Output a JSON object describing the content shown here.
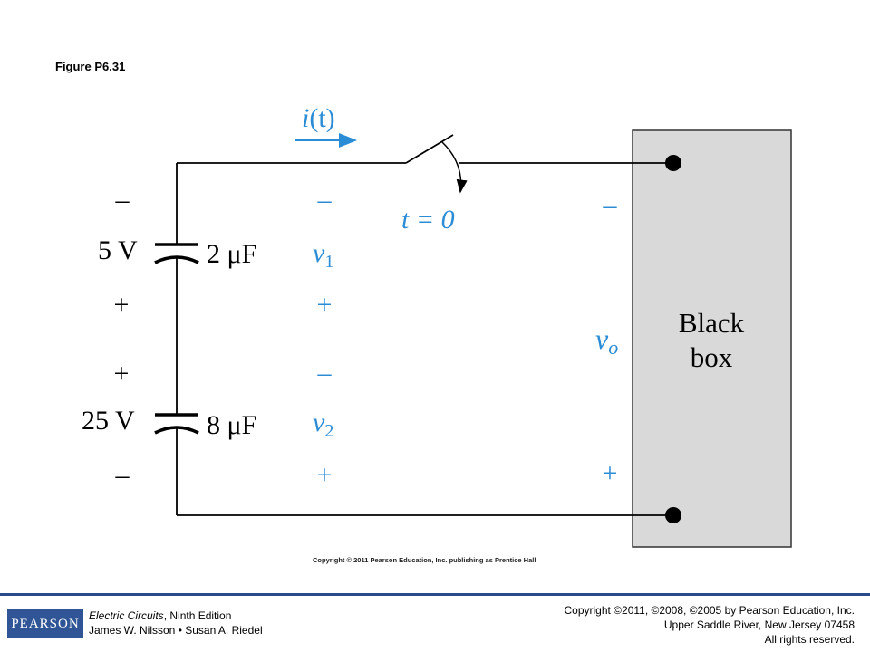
{
  "figure_label": "Figure P6.31",
  "circuit": {
    "current_label_main": "i",
    "current_label_arg": "(t)",
    "switch_label": "t = 0",
    "cap1": {
      "voltage": "5 V",
      "capacitance": "2 μF",
      "initial_top_sign": "–",
      "initial_bottom_sign": "+",
      "v_label": "v",
      "v_sub": "1",
      "v_top_sign": "–",
      "v_bottom_sign": "+"
    },
    "cap2": {
      "voltage": "25 V",
      "capacitance": "8 μF",
      "initial_top_sign": "+",
      "initial_bottom_sign": "–",
      "v_label": "v",
      "v_sub": "2",
      "v_top_sign": "–",
      "v_bottom_sign": "+"
    },
    "output": {
      "v_label": "v",
      "v_sub": "o",
      "top_sign": "–",
      "bottom_sign": "+"
    },
    "box_line1": "Black",
    "box_line2": "box",
    "colors": {
      "wire": "#000000",
      "accent": "#2b8cd6",
      "box_fill": "#d9d9d9",
      "box_stroke": "#333333"
    }
  },
  "credit": "Copyright © 2011 Pearson Education, Inc. publishing as Prentice Hall",
  "footer": {
    "logo": "PEARSON",
    "book_title": "Electric Circuits",
    "book_edition": ", Ninth Edition",
    "authors": "James W. Nilsson • Susan A. Riedel",
    "copyright_line1": "Copyright ©2011, ©2008, ©2005 by Pearson Education, Inc.",
    "copyright_line2": "Upper Saddle River, New Jersey 07458",
    "copyright_line3": "All rights reserved."
  }
}
